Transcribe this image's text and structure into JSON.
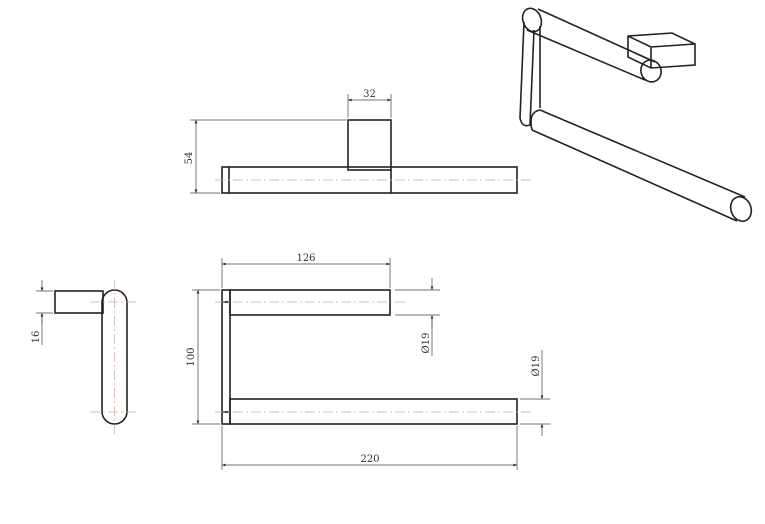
{
  "drawing": {
    "top_view": {
      "width_label": "32",
      "height_label": "54"
    },
    "front_view": {
      "upper_arm_label": "126",
      "overall_width_label": "220",
      "height_label": "100",
      "upper_diameter_label": "Ø19",
      "lower_diameter_label": "Ø19"
    },
    "side_view": {
      "plate_thickness_label": "16"
    },
    "line_color": "#222222",
    "centerline_color": "#c9a89a"
  }
}
